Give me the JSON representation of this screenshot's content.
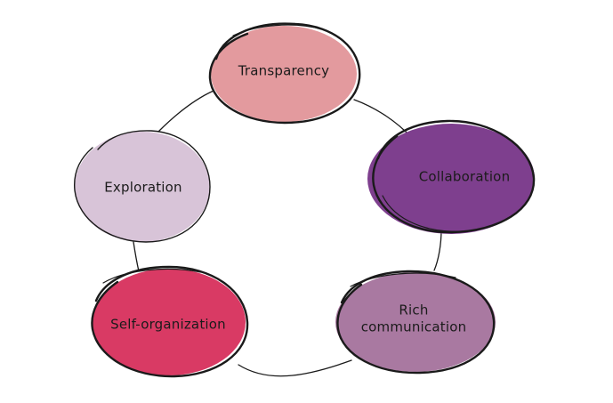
{
  "diagram": {
    "nodes": [
      {
        "id": "transparency",
        "label": "Transparency",
        "fill": "#e39a9e"
      },
      {
        "id": "collaboration",
        "label": "Collaboration",
        "fill": "#7e3f8e"
      },
      {
        "id": "rich-communication",
        "label_lines": [
          "Rich",
          "communication"
        ],
        "fill": "#a979a1"
      },
      {
        "id": "self-organization",
        "label": "Self-organization",
        "fill": "#d93a64"
      },
      {
        "id": "exploration",
        "label": "Exploration",
        "fill": "#d8c4d8"
      }
    ],
    "colors": {
      "outline": "#1a1a1a",
      "connector": "#1a1a1a"
    }
  }
}
